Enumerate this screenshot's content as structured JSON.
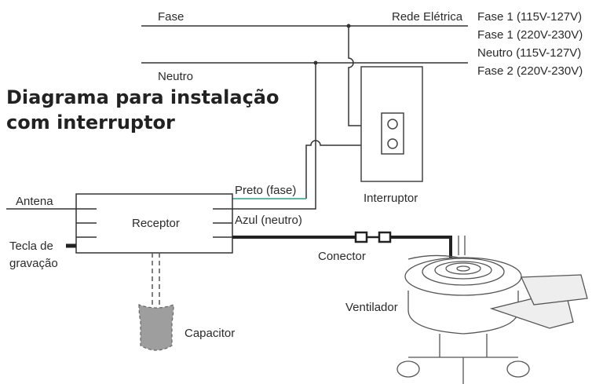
{
  "title": {
    "line1": "Diagrama para instalação",
    "line2": "com interruptor"
  },
  "labels": {
    "fase": "Fase",
    "neutro": "Neutro",
    "rede_eletrica": "Rede Elétrica",
    "rede_list": [
      "Fase 1 (115V-127V)",
      "Fase 1 (220V-230V)",
      "Neutro (115V-127V)",
      "Fase 2 (220V-230V)"
    ],
    "interruptor": "Interruptor",
    "antena": "Antena",
    "receptor": "Receptor",
    "preto": "Preto (fase)",
    "azul": "Azul (neutro)",
    "tecla_line1": "Tecla de",
    "tecla_line2": "gravação",
    "conector": "Conector",
    "ventilador": "Ventilador",
    "capacitor": "Capacitor"
  },
  "colors": {
    "line": "#333333",
    "preto_wire": "#2a9d8f",
    "capacitor_fill": "#9e9e9e"
  }
}
